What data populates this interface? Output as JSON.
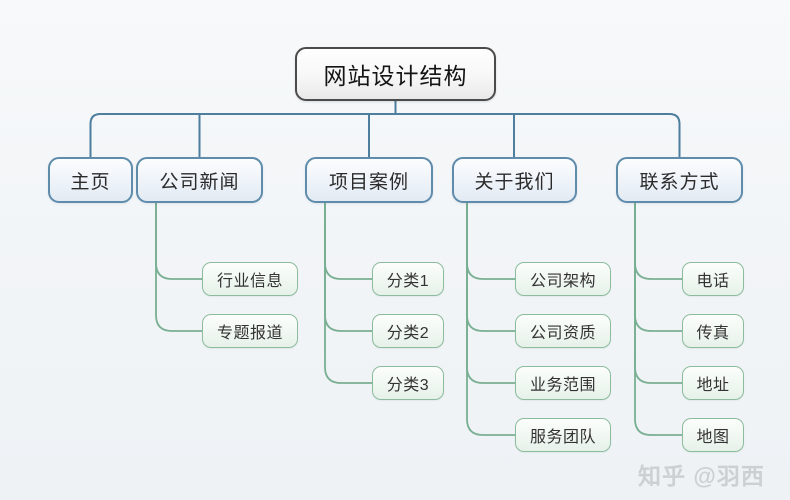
{
  "diagram": {
    "title": "网站设计结构",
    "type": "sitemap-mindmap",
    "colors": {
      "root_border": "#4b4b4b",
      "level2_border": "#5f8cab",
      "level2_connector": "#4e7e9d",
      "level3_border": "#8cbc9d",
      "level3_connector": "#79af92",
      "background": "#f1f4f7",
      "watermark": "#ccd0d3"
    },
    "root": {
      "label": "网站设计结构"
    },
    "branches": [
      {
        "label": "主页",
        "children": []
      },
      {
        "label": "公司新闻",
        "children": [
          {
            "label": "行业信息"
          },
          {
            "label": "专题报道"
          }
        ]
      },
      {
        "label": "项目案例",
        "children": [
          {
            "label": "分类1"
          },
          {
            "label": "分类2"
          },
          {
            "label": "分类3"
          }
        ]
      },
      {
        "label": "关于我们",
        "children": [
          {
            "label": "公司架构"
          },
          {
            "label": "公司资质"
          },
          {
            "label": "业务范围"
          },
          {
            "label": "服务团队"
          }
        ]
      },
      {
        "label": "联系方式",
        "children": [
          {
            "label": "电话"
          },
          {
            "label": "传真"
          },
          {
            "label": "地址"
          },
          {
            "label": "地图"
          }
        ]
      }
    ]
  },
  "watermark": {
    "text": "知乎 @羽西"
  }
}
